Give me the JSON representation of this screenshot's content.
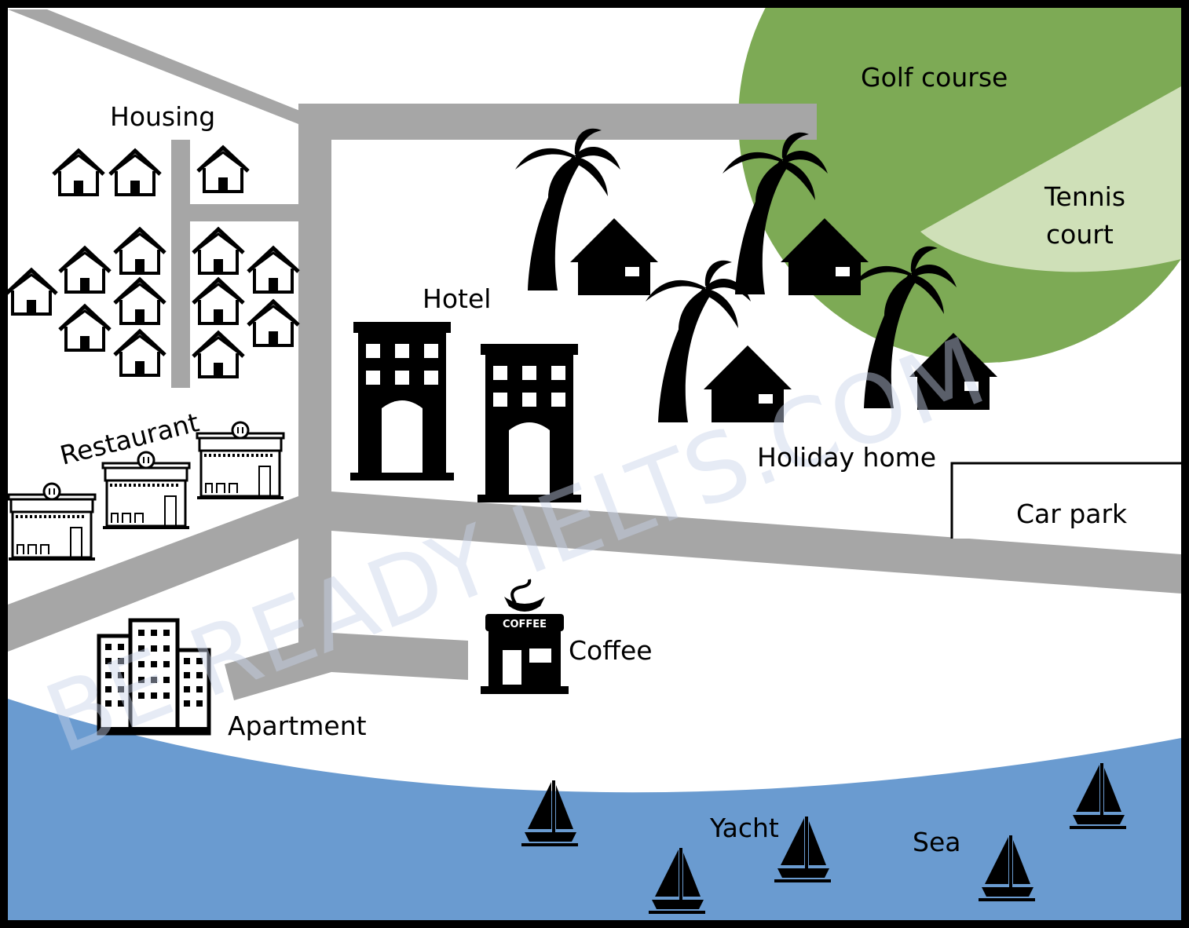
{
  "labels": {
    "housing": "Housing",
    "restaurant": "Restaurant",
    "hotel": "Hotel",
    "holiday_home": "Holiday home",
    "golf_course": "Golf course",
    "tennis_line1": "Tennis",
    "tennis_line2": "court",
    "car_park": "Car park",
    "coffee": "Coffee",
    "coffee_sign": "COFFEE",
    "apartment": "Apartment",
    "yacht": "Yacht",
    "sea": "Sea"
  },
  "watermark": "BE READY IELTS.COM",
  "colors": {
    "road": "#a6a6a6",
    "sea": "#6a9bd0",
    "golf": "#7daa55",
    "tennis": "#cfe0b8",
    "icon": "#000000",
    "border": "#000000"
  }
}
